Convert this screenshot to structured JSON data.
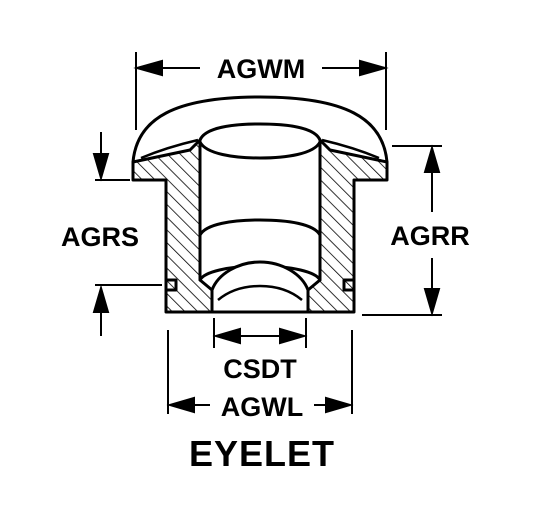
{
  "labels": {
    "agwm": "AGWM",
    "agrs": "AGRS",
    "agrr": "AGRR",
    "csdt": "CSDT",
    "agwl": "AGWL"
  },
  "caption": "EYELET",
  "colors": {
    "line": "#000000",
    "background": "#ffffff"
  }
}
